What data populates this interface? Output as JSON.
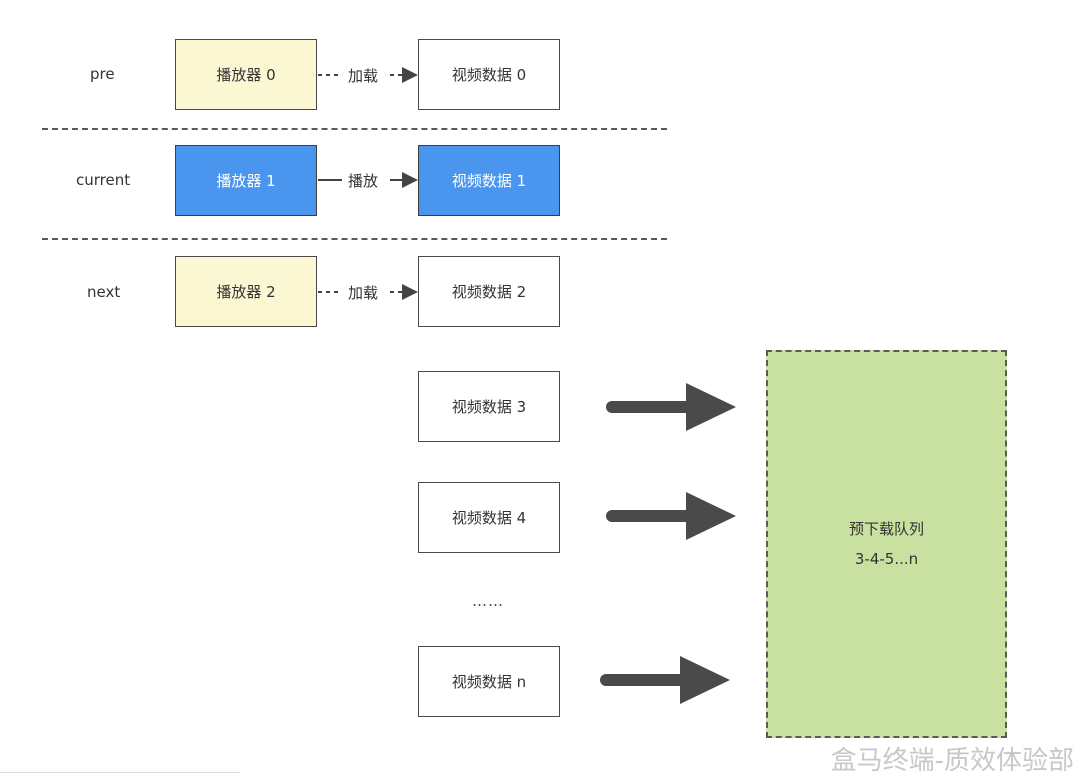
{
  "rows": [
    {
      "label": "pre",
      "player": "播放器 0",
      "connector": "加载",
      "video": "视频数据 0"
    },
    {
      "label": "current",
      "player": "播放器 1",
      "connector": "播放",
      "video": "视频数据 1"
    },
    {
      "label": "next",
      "player": "播放器 2",
      "connector": "加载",
      "video": "视频数据 2"
    }
  ],
  "queue_items": [
    "视频数据 3",
    "视频数据 4",
    "视频数据 n"
  ],
  "ellipsis": "……",
  "queue": {
    "title": "预下载队列",
    "sequence": "3-4-5...n"
  },
  "watermark": "盒马终端-质效体验部",
  "colors": {
    "active": "#4a96ef",
    "player": "#fbf7d3",
    "queue": "#c8e1a0"
  }
}
